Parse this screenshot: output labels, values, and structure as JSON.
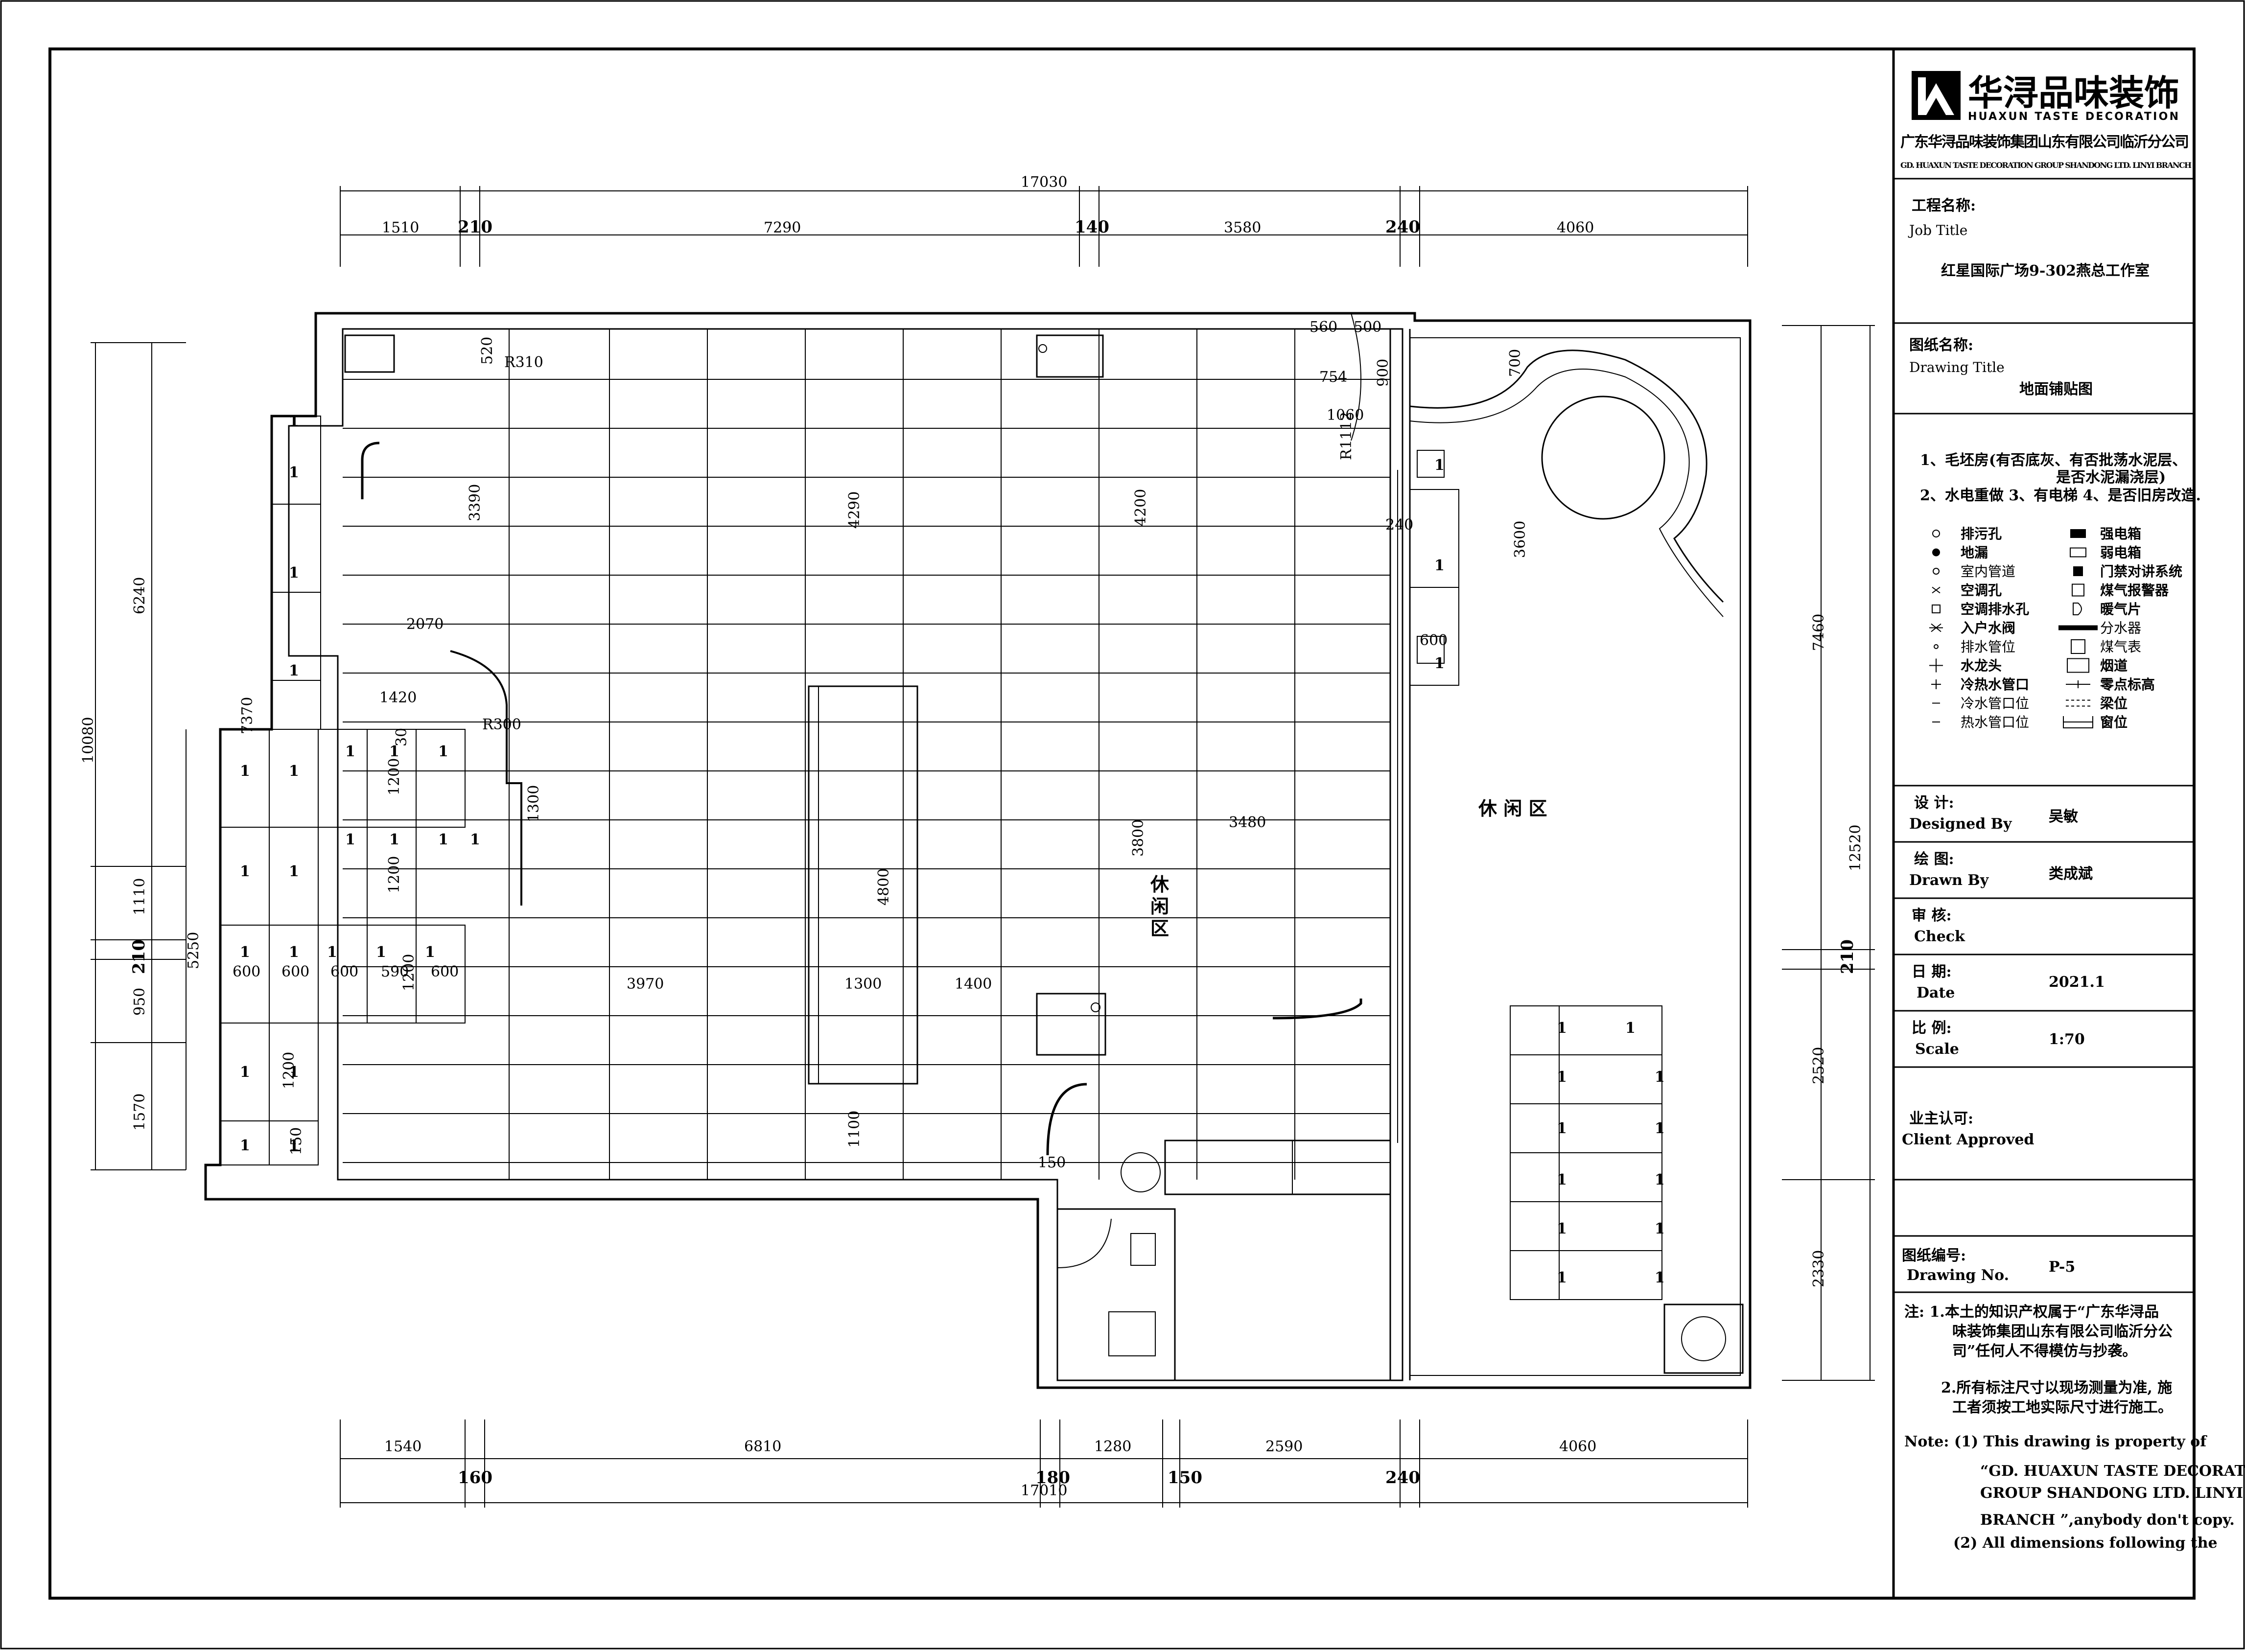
{
  "company": {
    "logo_text": "华浔品味装饰",
    "logo_subtitle": "HUAXUN TASTE DECORATION",
    "name_cn": "广东华浔品味装饰集团山东有限公司临沂分公司",
    "name_en": "GD. HUAXUN TASTE DECORATION GROUP SHANDONG LTD. LINYI BRANCH"
  },
  "title_block": {
    "job_label_cn": "工程名称:",
    "job_label_en": "Job Title",
    "job_value": "红星国际广场9-302燕总工作室",
    "drawing_label_cn": "图纸名称:",
    "drawing_label_en": "Drawing Title",
    "drawing_value": "地面铺贴图",
    "notes_line1": "1、毛坯房(有否底灰、有否批荡水泥层、",
    "notes_line2": "是否水泥漏浇层)",
    "notes_line3": "2、水电重做 3、有电梯 4、是否旧房改造.",
    "designed_cn": "设  计:",
    "designed_en": "Designed By",
    "designed_value": "吴敏",
    "drawn_cn": "绘  图:",
    "drawn_en": "Drawn By",
    "drawn_value": "类成斌",
    "check_cn": "审  核:",
    "check_en": "Check",
    "date_cn": "日  期:",
    "date_en": "Date",
    "date_value": "2021.1",
    "scale_cn": "比  例:",
    "scale_en": "Scale",
    "scale_value": "1:70",
    "client_cn": "业主认可:",
    "client_en": "Client Approved",
    "number_cn": "图纸编号:",
    "number_en": "Drawing No.",
    "number_value": "P-5",
    "note_cn_1": "注: 1.本土的知识产权属于“广东华浔品",
    "note_cn_2": "味装饰集团山东有限公司临沂分公",
    "note_cn_3": "司”任何人不得模仿与抄袭。",
    "note_cn_4": "2.所有标注尺寸以现场测量为准, 施",
    "note_cn_5": "工者须按工地实际尺寸进行施工。",
    "note_en_1": "Note:  (1) This drawing is property of",
    "note_en_2": "“GD. HUAXUN TASTE DECORATION",
    "note_en_3": "GROUP SHANDONG LTD. LINYI",
    "note_en_4": "BRANCH ”,anybody don't copy.",
    "note_en_5": "(2) All dimensions following the"
  },
  "legend": [
    {
      "symbol": "circle-open-icon",
      "label": "排污孔"
    },
    {
      "symbol": "circle-filled-icon",
      "label": "地漏"
    },
    {
      "symbol": "circle-small-icon",
      "label": "室内管道"
    },
    {
      "symbol": "ac-hole-icon",
      "label": "空调孔"
    },
    {
      "symbol": "square-dot-icon",
      "label": "空调排水孔"
    },
    {
      "symbol": "valve-icon",
      "label": "入户水阀"
    },
    {
      "symbol": "dot-small-icon",
      "label": "排水管位"
    },
    {
      "symbol": "plus-icon",
      "label": "水龙头"
    },
    {
      "symbol": "hot-cold-icon",
      "label": "冷热水管口"
    },
    {
      "symbol": "arrow-left-icon",
      "label": "冷水管口位"
    },
    {
      "symbol": "arrow-left-icon",
      "label": "热水管口位"
    },
    {
      "symbol": "strong-box-icon",
      "label": "强电箱"
    },
    {
      "symbol": "weak-box-icon",
      "label": "弱电箱"
    },
    {
      "symbol": "intercom-icon",
      "label": "门禁对讲系统"
    },
    {
      "symbol": "gas-alarm-icon",
      "label": "煤气报警器"
    },
    {
      "symbol": "radiator-icon",
      "label": "暖气片"
    },
    {
      "symbol": "manifold-icon",
      "label": "分水器"
    },
    {
      "symbol": "gas-meter-icon",
      "label": "煤气表"
    },
    {
      "symbol": "flue-icon",
      "label": "烟道"
    },
    {
      "symbol": "zero-mark-icon",
      "label": "零点标高"
    },
    {
      "symbol": "beam-icon",
      "label": "梁位"
    },
    {
      "symbol": "window-icon",
      "label": "窗位"
    }
  ],
  "rooms": {
    "lounge_right": "休 闲 区",
    "lounge_center_1": "休",
    "lounge_center_2": "闲",
    "lounge_center_3": "区"
  },
  "dimensions": {
    "top_total": "17030",
    "top_segments": [
      "1510",
      "210",
      "7290",
      "140",
      "3580",
      "240",
      "4060"
    ],
    "bottom_total": "17010",
    "bottom_segments": [
      "1540",
      "160",
      "6810",
      "180",
      "1280",
      "150",
      "2590",
      "240",
      "4060"
    ],
    "left_total": "10080",
    "left_segments": [
      "6240",
      "1110",
      "210",
      "950",
      "1570"
    ],
    "left_inner": [
      "7370",
      "5250"
    ],
    "right_total": "12520",
    "right_segments": [
      "7460",
      "210",
      "2520",
      "2330"
    ],
    "interior": [
      "520",
      "R310",
      "3390",
      "4290",
      "4200",
      "560",
      "500",
      "700",
      "754",
      "900",
      "1060",
      "R1112",
      "2070",
      "1420",
      "R300",
      "30",
      "1200",
      "1200",
      "1300",
      "4800",
      "3480",
      "3800",
      "3600",
      "240",
      "600",
      "3970",
      "1300",
      "1400",
      "1200",
      "150",
      "1100",
      "150",
      "600",
      "600",
      "600",
      "590",
      "1200",
      "600"
    ]
  },
  "tile_label": "1"
}
